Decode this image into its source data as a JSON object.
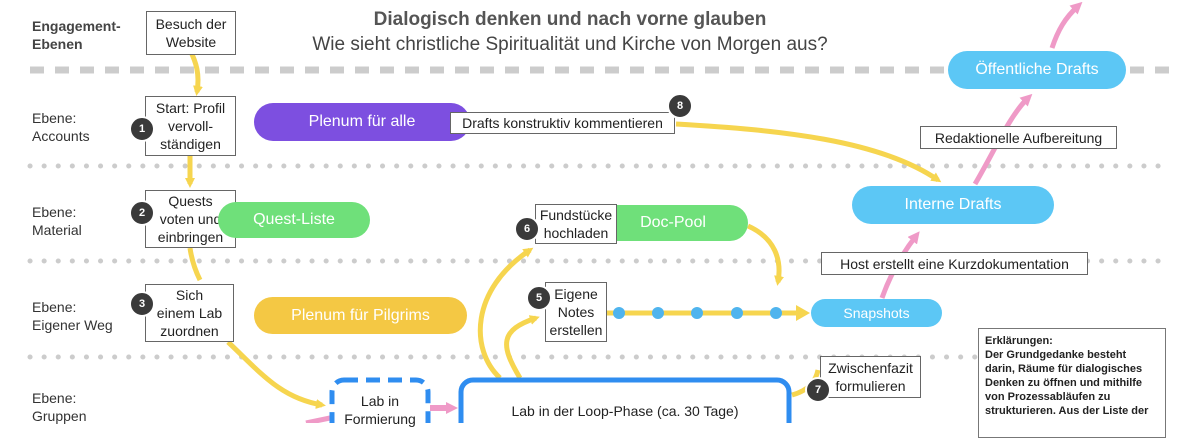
{
  "title": {
    "line1": "Dialogisch denken und nach vorne glauben",
    "line2": "Wie sieht christliche Spiritualität und Kirche von Morgen aus?"
  },
  "levels": {
    "header": "Engagement-\nEbenen",
    "accounts": "Ebene:\nAccounts",
    "material": "Ebene:\nMaterial",
    "eigener_weg": "Ebene:\nEigener Weg",
    "gruppen": "Ebene:\nGruppen"
  },
  "boxes": {
    "besuch": "Besuch der\nWebsite",
    "start": "Start: Profil\nvervoll-\nständigen",
    "quests": "Quests\nvoten und\neinbringen",
    "sich": "Sich\neinem Lab\nzuordnen",
    "fundstuecke": "Fundstücke\nhochladen",
    "eigene_notes": "Eigene\nNotes\nerstellen",
    "drafts_kommentieren": "Drafts konstruktiv kommentieren",
    "redaktionelle": "Redaktionelle Aufbereitung",
    "host": "Host erstellt eine Kurzdokumentation",
    "zwischenfazit": "Zwischenfazit\nformulieren",
    "lab_formierung": "Lab in\nFormierung",
    "lab_loop": "Lab in der Loop-Phase (ca. 30 Tage)"
  },
  "pills": {
    "plenum_alle": "Plenum für alle",
    "quest_liste": "Quest-Liste",
    "doc_pool": "Doc-Pool",
    "plenum_pilgrims": "Plenum für Pilgrims",
    "oeffentliche_drafts": "Öffentliche Drafts",
    "interne_drafts": "Interne Drafts",
    "snapshots": "Snapshots"
  },
  "badges": {
    "b1": "1",
    "b2": "2",
    "b3": "3",
    "b5": "5",
    "b6": "6",
    "b7": "7",
    "b8": "8"
  },
  "explanation": "Erklärungen:\nDer Grundgedanke besteht darin, Räume für dialogisches Denken zu öffnen und mithilfe von Prozessabläufen zu strukturieren. Aus der Liste der",
  "colors": {
    "yellow": "#f6d54f",
    "pink": "#ef9ac7",
    "purple": "#7d4fe0",
    "green": "#6fe07a",
    "gold": "#f4c844",
    "lightblue": "#5cc7f5",
    "blue_frame": "#2f8df0",
    "dot_blue": "#4fb4ee",
    "divider": "#cccccc"
  }
}
